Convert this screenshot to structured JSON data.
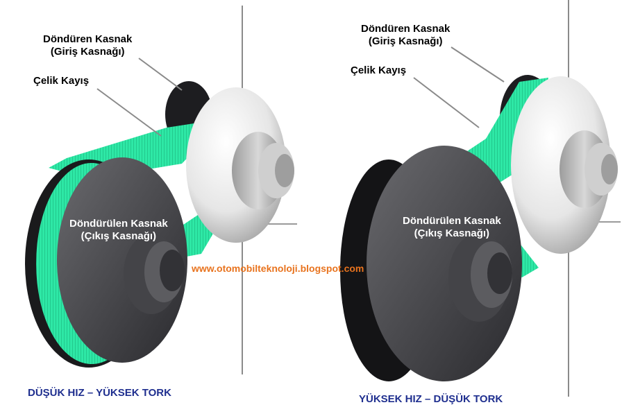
{
  "left_panel": {
    "driving_pulley": {
      "line1": "Döndüren Kasnak",
      "line2": "(Giriş Kasnağı)"
    },
    "steel_belt": "Çelik Kayış",
    "driven_pulley": {
      "line1": "Döndürülen Kasnak",
      "line2": "(Çıkış Kasnağı)"
    },
    "caption": "DÜŞÜK HIZ – YÜKSEK TORK"
  },
  "right_panel": {
    "driving_pulley": {
      "line1": "Döndüren Kasnak",
      "line2": "(Giriş Kasnağı)"
    },
    "steel_belt": "Çelik Kayış",
    "driven_pulley": {
      "line1": "Döndürülen Kasnak",
      "line2": "(Çıkış Kasnağı)"
    },
    "caption": "YÜKSEK HIZ – DÜŞÜK TORK"
  },
  "watermark": "www.otomobilteknoloji.blogspot.com",
  "colors": {
    "belt": "#2ee8a6",
    "caption": "#1f2f8f",
    "watermark": "#e8731e"
  }
}
